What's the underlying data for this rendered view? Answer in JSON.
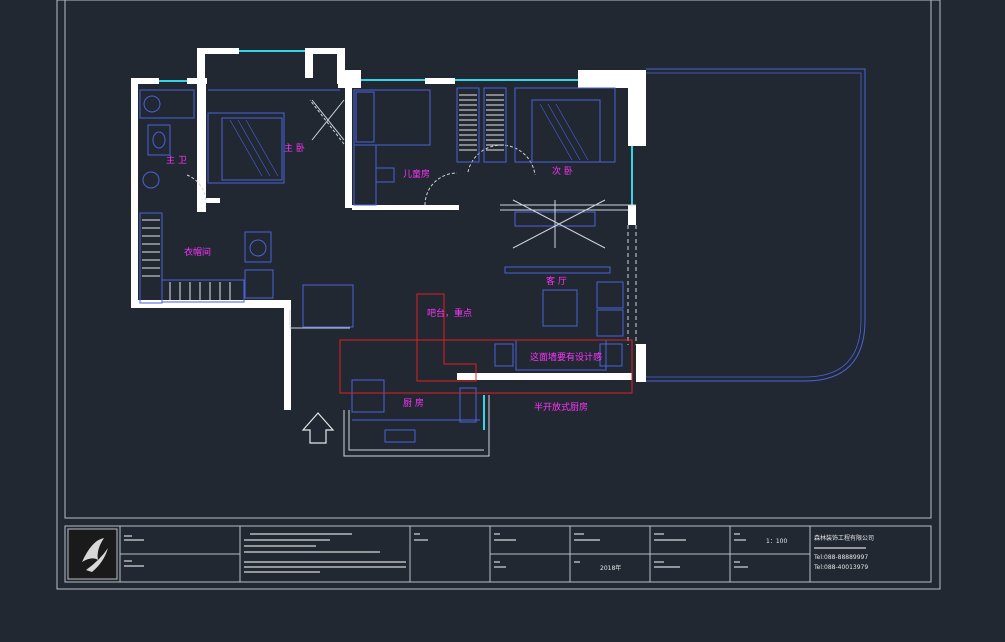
{
  "colors": {
    "background": "#212832",
    "frame": "#b9bec6",
    "wall": "#ffffff",
    "window": "#33d6e6",
    "furniture": "#4a62d8",
    "label": "#ff33ff",
    "markup": "#e02020"
  },
  "rooms": {
    "master_bath": "主 卫",
    "master_bedroom": "主 卧",
    "kids_room": "儿童房",
    "second_bedroom": "次 卧",
    "closet": "衣帽间",
    "living_room": "客 厅",
    "kitchen": "厨 房"
  },
  "annotations": {
    "bar_focus": "吧台，重点",
    "wall_design": "这面墙要有设计感",
    "open_kitchen": "半开放式厨房"
  },
  "title_block": {
    "scale": "1：100",
    "date": "2018年",
    "phone_1": "Tel:088-88889997",
    "phone_2": "Tel:088-40013979",
    "company": "森林装饰工程有限公司"
  }
}
